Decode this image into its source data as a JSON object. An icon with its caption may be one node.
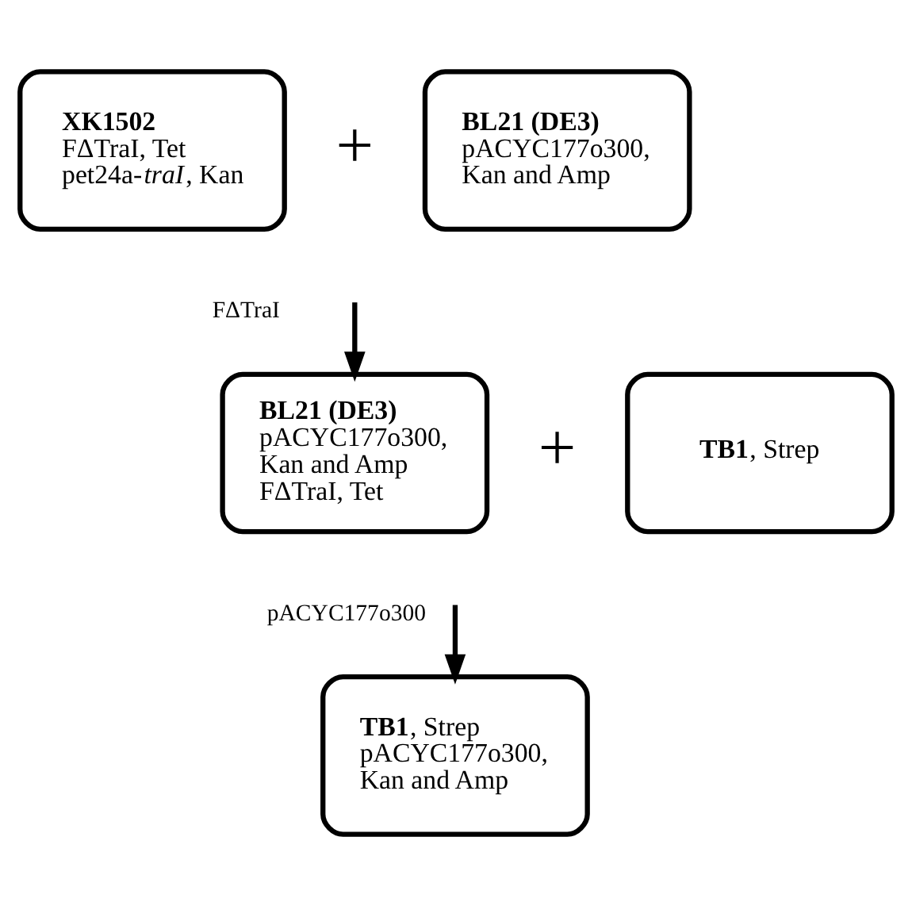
{
  "diagram": {
    "nodes": [
      {
        "text": [
          "**XK1502**",
          "FΔTraI, Tet",
          "pet24a-*traI*, Kan"
        ]
      },
      {
        "text": [
          "**BL21 (DE3)**",
          "pACYC177o300, Kan and Amp"
        ]
      },
      {
        "text": [
          "**BL21 (DE3)**",
          "pACYC177o300, Kan and Amp",
          "FΔTraI, Tet"
        ]
      },
      {
        "text": [
          "**TB1**, Strep"
        ]
      },
      {
        "text": [
          "**TB1**, Strep",
          "pACYC177o300, Kan and Amp"
        ]
      }
    ],
    "edges": [
      {
        "from": null,
        "to": 2,
        "arrow": "to",
        "label": "FΔTraI"
      },
      {
        "from": null,
        "to": 4,
        "arrow": "to",
        "label": "pACYC177o300"
      }
    ],
    "labels": [
      "+",
      "+"
    ]
  }
}
